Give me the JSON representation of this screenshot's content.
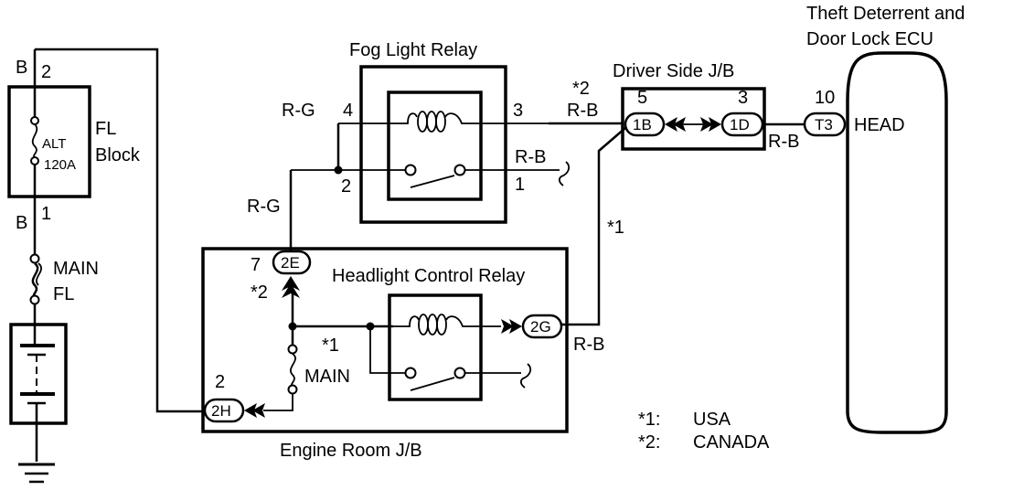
{
  "diagram": {
    "type": "automotive wiring diagram",
    "components": {
      "fl_block": {
        "label_line1": "FL",
        "label_line2": "Block",
        "fuse_line1": "ALT",
        "fuse_line2": "120A",
        "pin_top": "2",
        "pin_bottom": "1",
        "wire_top": "B",
        "wire_bottom": "B"
      },
      "main_fuse": {
        "label_line1": "MAIN",
        "label_line2": "FL"
      },
      "fog_relay": {
        "title": "Fog Light Relay",
        "pins": {
          "p4": "4",
          "p3": "3",
          "p2": "2",
          "p1": "1"
        }
      },
      "driver_jb": {
        "title": "Driver Side J/B",
        "pin_left": "5",
        "pin_right": "3",
        "conn_left": "1B",
        "conn_right": "1D"
      },
      "ecu": {
        "title_line1": "Theft Deterrent and",
        "title_line2": "Door Lock ECU",
        "pin": "10",
        "conn": "T3",
        "terminal": "HEAD"
      },
      "engine_jb": {
        "title": "Engine Room J/B",
        "relay_title": "Headlight Control Relay",
        "fuse": "MAIN",
        "conn_2e": "2E",
        "conn_2e_pin": "7",
        "conn_2h": "2H",
        "conn_2h_pin": "2",
        "conn_2g": "2G"
      }
    },
    "wires": {
      "rg_upper": "R-G",
      "rg_lower": "R-G",
      "rb_fog_to_jb": "R-B",
      "rb_fog_out": "R-B",
      "rb_jb_to_ecu": "R-B",
      "rb_2g": "R-B"
    },
    "notes": {
      "star2_fog": "*2",
      "star1_riser": "*1",
      "star2_2e": "*2",
      "star1_main": "*1"
    },
    "legend": [
      {
        "key": "*1:",
        "value": "USA"
      },
      {
        "key": "*2:",
        "value": "CANADA"
      }
    ]
  }
}
